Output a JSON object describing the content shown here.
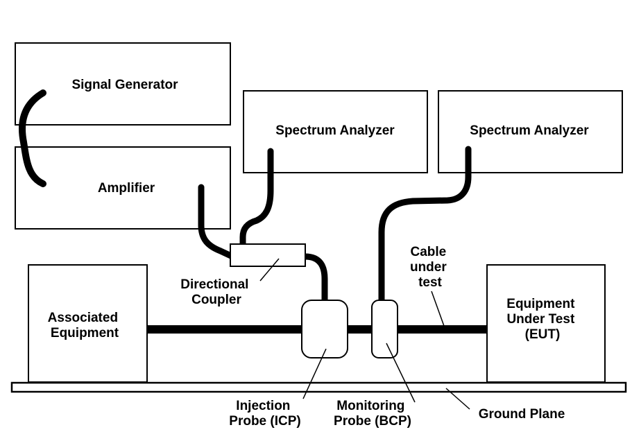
{
  "diagram": {
    "signal_generator": "Signal Generator",
    "amplifier": "Amplifier",
    "spectrum_analyzer_left": "Spectrum Analyzer",
    "spectrum_analyzer_right": "Spectrum Analyzer",
    "associated_equipment": [
      "Associated",
      "Equipment"
    ],
    "eut": [
      "Equipment",
      "Under Test",
      "(EUT)"
    ],
    "directional_coupler": [
      "Directional",
      "Coupler"
    ],
    "cable_under_test": [
      "Cable",
      "under",
      "test"
    ],
    "injection_probe": [
      "Injection",
      "Probe (ICP)"
    ],
    "monitoring_probe": [
      "Monitoring",
      "Probe (BCP)"
    ],
    "ground_plane": "Ground Plane"
  }
}
